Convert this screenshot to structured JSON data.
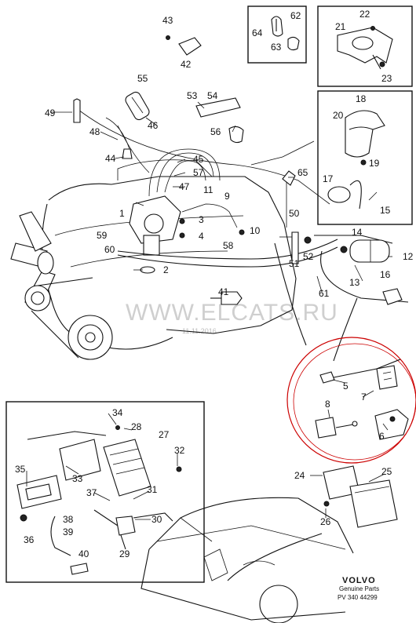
{
  "labels": {
    "p1": "1",
    "p2": "2",
    "p3": "3",
    "p4": "4",
    "p5": "5",
    "p6": "6",
    "p7": "7",
    "p8": "8",
    "p9": "9",
    "p10": "10",
    "p11": "11",
    "p12": "12",
    "p13": "13",
    "p14": "14",
    "p15": "15",
    "p16": "16",
    "p17": "17",
    "p18": "18",
    "p19": "19",
    "p20": "20",
    "p21": "21",
    "p22": "22",
    "p23": "23",
    "p24": "24",
    "p25": "25",
    "p26": "26",
    "p27": "27",
    "p28": "28",
    "p29": "29",
    "p30": "30",
    "p31": "31",
    "p32": "32",
    "p33": "33",
    "p34": "34",
    "p35": "35",
    "p36": "36",
    "p37": "37",
    "p38": "38",
    "p39": "39",
    "p40": "40",
    "p41": "41",
    "p42": "42",
    "p43": "43",
    "p44": "44",
    "p45": "45",
    "p46": "46",
    "p47": "47",
    "p48": "48",
    "p49": "49",
    "p50": "50",
    "p51": "51",
    "p52": "52",
    "p53": "53",
    "p54": "54",
    "p55": "55",
    "p56": "56",
    "p57": "57",
    "p58": "58",
    "p59": "59",
    "p60": "60",
    "p61": "61",
    "p62": "62",
    "p63": "63",
    "p64": "64",
    "p65": "65"
  },
  "watermark": {
    "text": "WWW.ELCATS.RU",
    "date": "11.11.2016"
  },
  "brand": {
    "name": "VOLVO",
    "subtitle": "Genuine Parts",
    "code": "PV 340 44299"
  },
  "highlight_color": "#cc0000"
}
